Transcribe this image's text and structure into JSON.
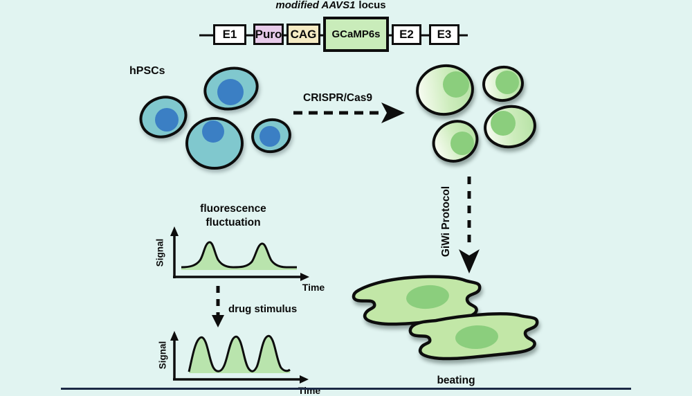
{
  "figure_title": {
    "italic_part": "modified AAVS1",
    "normal_part": "locus"
  },
  "construct": {
    "segments": [
      {
        "label": "E1",
        "color": "#ffffff"
      },
      {
        "label": "Puro",
        "color": "#e7cbea"
      },
      {
        "label": "CAG",
        "color": "#f5ebc4"
      },
      {
        "label": "GCaMP6s",
        "color": "#c9ecba"
      },
      {
        "label": "E2",
        "color": "#ffffff"
      },
      {
        "label": "E3",
        "color": "#ffffff"
      }
    ]
  },
  "cells": {
    "hpsc_label": "hPSCs",
    "beating_label": "beating"
  },
  "arrows": {
    "crispr_label": "CRISPR/Cas9",
    "giwi_label": "GiWi Protocol",
    "drug_label": "drug stimulus"
  },
  "charts": [
    {
      "title_line1": "fluorescence",
      "title_line2": "fluctuation",
      "ylabel": "Signal",
      "xlabel": "Time"
    },
    {
      "ylabel": "Signal",
      "xlabel": "Time"
    }
  ],
  "chart_data": [
    {
      "type": "area",
      "title": "fluorescence fluctuation",
      "xlabel": "Time",
      "ylabel": "Signal",
      "peak_count": 2,
      "series": [
        {
          "x": 0.0,
          "y": 0.02
        },
        {
          "x": 0.17,
          "y": 0.06
        },
        {
          "x": 0.23,
          "y": 1.0
        },
        {
          "x": 0.31,
          "y": 0.06
        },
        {
          "x": 0.46,
          "y": 0.02
        },
        {
          "x": 0.63,
          "y": 0.06
        },
        {
          "x": 0.71,
          "y": 0.94
        },
        {
          "x": 0.79,
          "y": 0.06
        },
        {
          "x": 1.0,
          "y": 0.02
        }
      ],
      "legend": "none",
      "grid": false
    },
    {
      "type": "area",
      "title": "",
      "xlabel": "Time",
      "ylabel": "Signal",
      "peak_count": 3,
      "series": [
        {
          "x": 0.0,
          "y": 0.1
        },
        {
          "x": 0.09,
          "y": 1.3
        },
        {
          "x": 0.24,
          "y": 0.12
        },
        {
          "x": 0.43,
          "y": 1.33
        },
        {
          "x": 0.58,
          "y": 0.12
        },
        {
          "x": 0.76,
          "y": 1.38
        },
        {
          "x": 0.92,
          "y": 0.14
        },
        {
          "x": 1.0,
          "y": 0.18
        }
      ],
      "legend": "none",
      "grid": false
    }
  ],
  "colors": {
    "background": "#e1f4f1",
    "construct_puro": "#e7cbea",
    "construct_cag": "#f5ebc4",
    "construct_gcamp": "#c9ecba",
    "hpsc_cytoplasm": "#80c8ce",
    "hpsc_nucleus": "#3b7fc4",
    "gcamp_cell_light": "#f8fcf3",
    "gcamp_cell_green": "#b7e2a6",
    "gcamp_nucleus": "#8bce7d",
    "cardiomyocyte_body": "#c2e7a7",
    "cardiomyocyte_nucleus": "#8bce7d",
    "chart_fill": "#b9e4ad",
    "outline": "#0d0d0d",
    "footer_bar": "#1b2945"
  }
}
